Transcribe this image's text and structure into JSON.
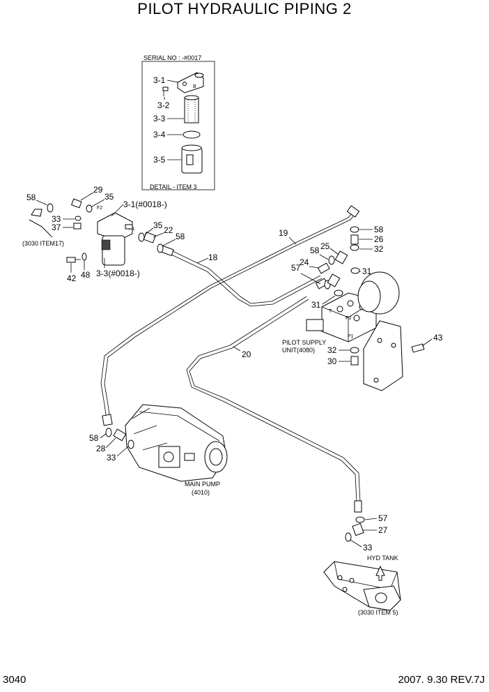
{
  "title": "PILOT HYDRAULIC PIPING 2",
  "detail": {
    "serial": "SERIAL NO : -#0017",
    "caption": "DETAIL - ITEM 3",
    "callouts": [
      "3-1",
      "3-2",
      "3-3",
      "3-4",
      "3-5"
    ],
    "tags": [
      "B"
    ]
  },
  "labels": {
    "c58a": "58",
    "c29": "29",
    "c35a": "35",
    "c31a": "3-1(#0018-)",
    "c33a": "33",
    "c37": "37",
    "item17": "(3030 ITEM17)",
    "c35b": "35",
    "c22": "22",
    "c58b": "58",
    "c42": "42",
    "c48": "48",
    "c33b": "3-3(#0018-)",
    "c18": "18",
    "c19": "19",
    "c58c": "58",
    "c26": "26",
    "c32a": "32",
    "c25": "25",
    "c58d": "58",
    "c24": "24",
    "c57a": "57",
    "c31b": "31",
    "c31c": "31",
    "pilot_supply": "PILOT SUPPLY",
    "pilot_unit": "UNIT(4080)",
    "c32b": "32",
    "c30": "30",
    "c43": "43",
    "c20": "20",
    "c58e": "58",
    "c28": "28",
    "c33c": "33",
    "main_pump": "MAIN PUMP",
    "main_pump_code": "(4010)",
    "c57b": "57",
    "c27": "27",
    "c33d": "33",
    "hyd_tank": "HYD TANK",
    "item5": "(3030 ITEM 5)"
  },
  "ports": [
    "F2",
    "F1",
    "T",
    "U",
    "P2",
    "P1"
  ],
  "footer": {
    "page": "3040",
    "revision": "2007. 9.30  REV.7J"
  }
}
